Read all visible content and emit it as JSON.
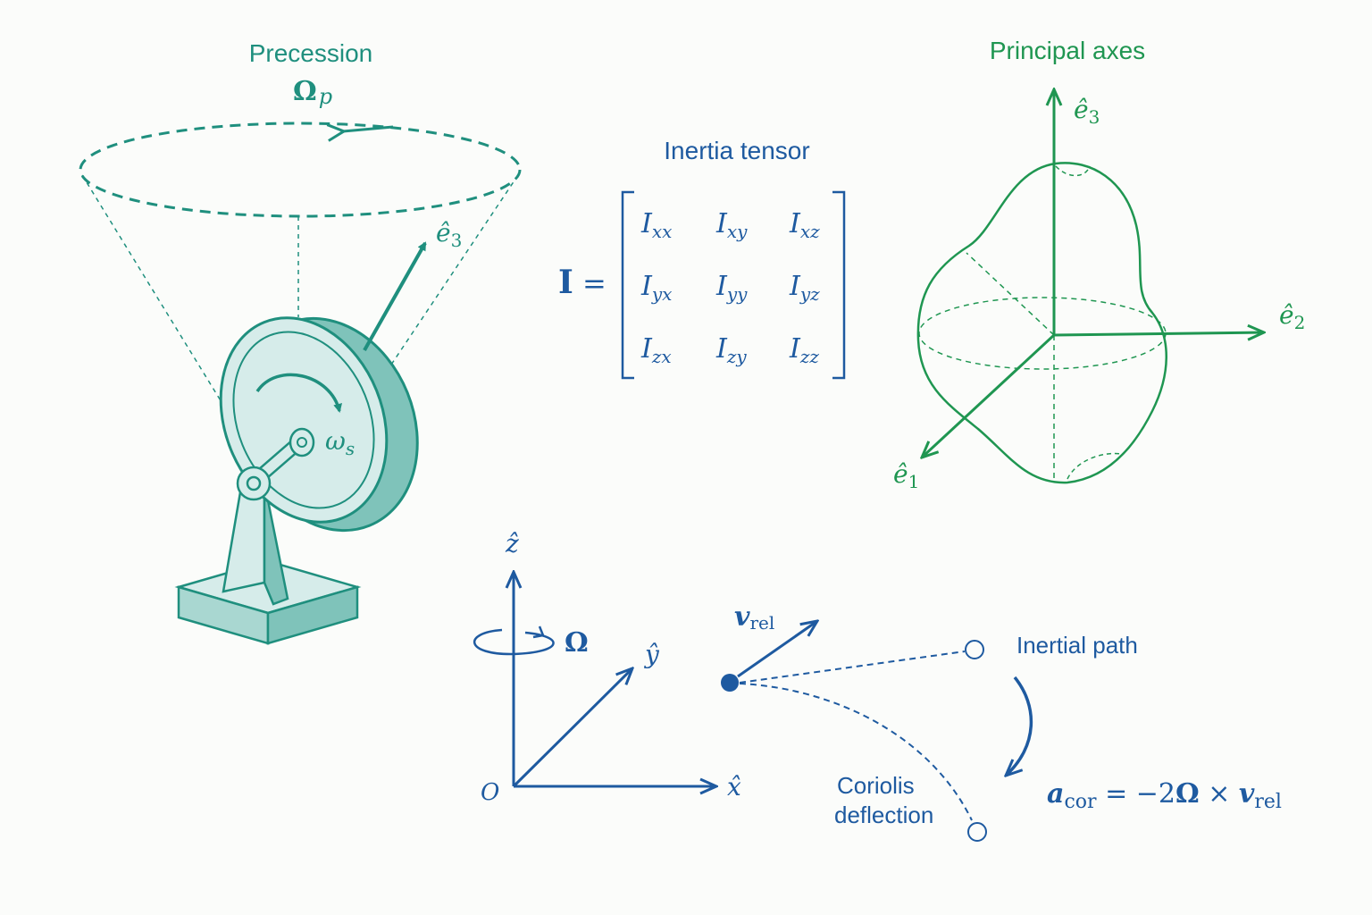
{
  "colors": {
    "teal": "#1f8f7e",
    "teal_fill": "#d6ecea",
    "teal_fill_dark": "#7fc3ba",
    "green": "#1f9651",
    "blue": "#1e5aa0",
    "background": "#fbfcfa"
  },
  "gyroscope": {
    "title": "Precession",
    "precession_symbol": "Ω",
    "precession_sub": "p",
    "axis_symbol": "ê",
    "axis_sub": "3",
    "spin_symbol": "ω",
    "spin_sub": "s"
  },
  "tensor": {
    "title": "Inertia tensor",
    "lhs": "I",
    "equals": "=",
    "entries": [
      [
        "I",
        "xx"
      ],
      [
        "I",
        "xy"
      ],
      [
        "I",
        "xz"
      ],
      [
        "I",
        "yx"
      ],
      [
        "I",
        "yy"
      ],
      [
        "I",
        "yz"
      ],
      [
        "I",
        "zx"
      ],
      [
        "I",
        "zy"
      ],
      [
        "I",
        "zz"
      ]
    ]
  },
  "principal": {
    "title": "Principal axes",
    "e3_symbol": "ê",
    "e3_sub": "3",
    "e2_symbol": "ê",
    "e2_sub": "2",
    "e1_symbol": "ê",
    "e1_sub": "1"
  },
  "frame": {
    "z_label": "ẑ",
    "y_label": "ŷ",
    "x_label": "x̂",
    "origin_label": "O",
    "omega_label": "Ω"
  },
  "coriolis": {
    "v_symbol": "v",
    "v_sub": "rel",
    "inertial_label": "Inertial path",
    "deflection_line1": "Coriolis",
    "deflection_line2": "deflection",
    "eq_a": "a",
    "eq_a_sub": "cor",
    "eq_mid": " = −2",
    "eq_omega": "Ω",
    "eq_times": " × ",
    "eq_v": "v",
    "eq_v_sub": "rel"
  }
}
